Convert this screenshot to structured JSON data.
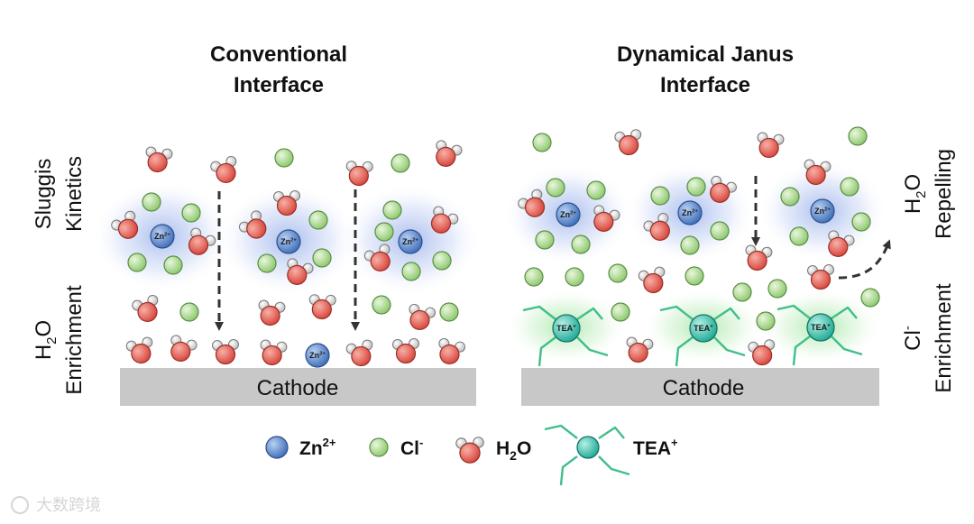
{
  "panels": {
    "left": {
      "title_line1": "Conventional",
      "title_line2": "Interface",
      "cathode": "Cathode",
      "upper_label_line1": "Sluggis",
      "upper_label_line2": "Kinetics",
      "lower_label_line1": "H",
      "lower_label_sub": "2",
      "lower_label_line1_rest": "O",
      "lower_label_line2": "Enrichment"
    },
    "right": {
      "title_line1": "Dynamical Janus",
      "title_line2": "Interface",
      "cathode": "Cathode",
      "upper_label_line1": "H",
      "upper_label_sub": "2",
      "upper_label_line1_rest": "O",
      "upper_label_line2": "Repelling",
      "lower_label_line1": "Cl",
      "lower_label_sup": "-",
      "lower_label_line2": "Enrichment"
    }
  },
  "ions": {
    "zn": "Zn",
    "zn_sup": "2+",
    "tea": "TEA",
    "tea_sup": "+"
  },
  "legend": {
    "zn_label": "Zn",
    "zn_sup": "2+",
    "cl_label": "Cl",
    "cl_sup": "-",
    "h2o_label": "H",
    "h2o_sub": "2",
    "h2o_rest": "O",
    "tea_label": "TEA",
    "tea_sup": "+"
  },
  "watermark": "大数跨境",
  "colors": {
    "zn": "#4f7fc6",
    "cl": "#a6d58a",
    "water_o": "#e25a4e",
    "water_h": "#dcdcdc",
    "tea": "#28b9a6",
    "tea_arm": "#3fbf8a",
    "cathode": "#c8c8c8"
  }
}
